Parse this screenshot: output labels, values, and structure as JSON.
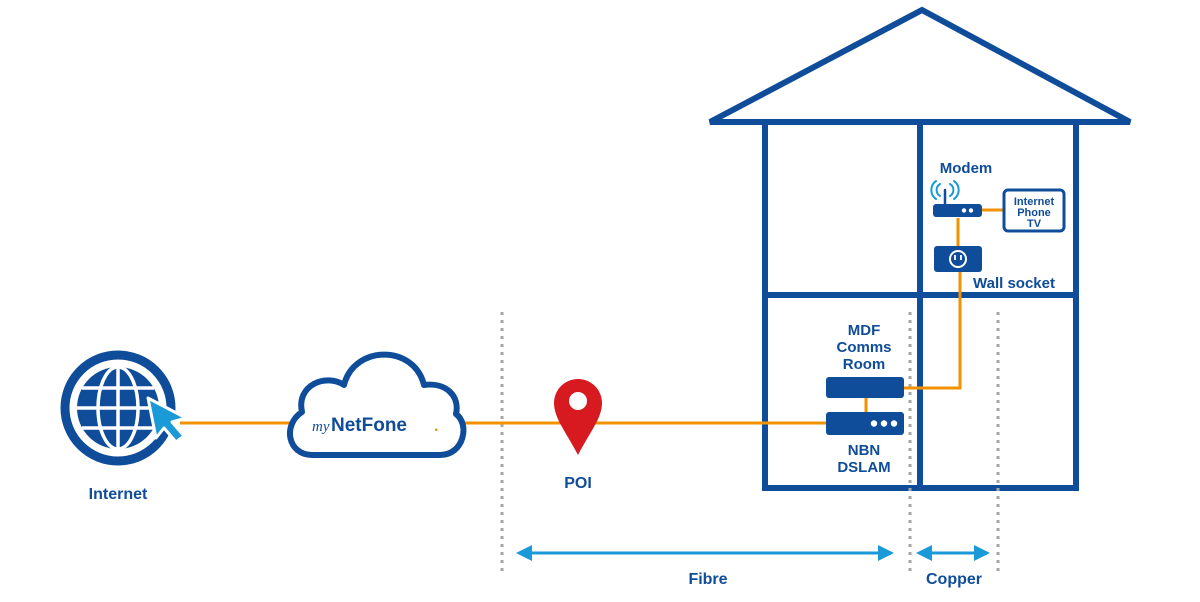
{
  "labels": {
    "internet": "Internet",
    "poi": "POI",
    "modem": "Modem",
    "services_line1": "Internet",
    "services_line2": "Phone",
    "services_line3": "TV",
    "wall_socket": "Wall socket",
    "mdf_line1": "MDF",
    "mdf_line2": "Comms",
    "mdf_line3": "Room",
    "nbn_line1": "NBN",
    "nbn_line2": "DSLAM",
    "fibre": "Fibre",
    "copper": "Copper"
  },
  "logo": {
    "prefix": "my",
    "name": "NetFone",
    "suffix": "."
  },
  "icons": {
    "globe": "globe-icon",
    "cursor": "cursor-arrow-icon",
    "cloud": "cloud-icon",
    "pin": "location-pin-icon",
    "wifi": "wifi-signal-icon",
    "modem": "modem-icon",
    "socket": "wall-socket-icon",
    "mdf": "mdf-unit-icon",
    "dslam": "dslam-unit-icon",
    "house": "house-icon"
  },
  "colors": {
    "dark_blue": "#0f4c99",
    "light_blue": "#1a9ad6",
    "orange": "#f39200",
    "red": "#d71920",
    "grey_dots": "#a6a6a6"
  }
}
